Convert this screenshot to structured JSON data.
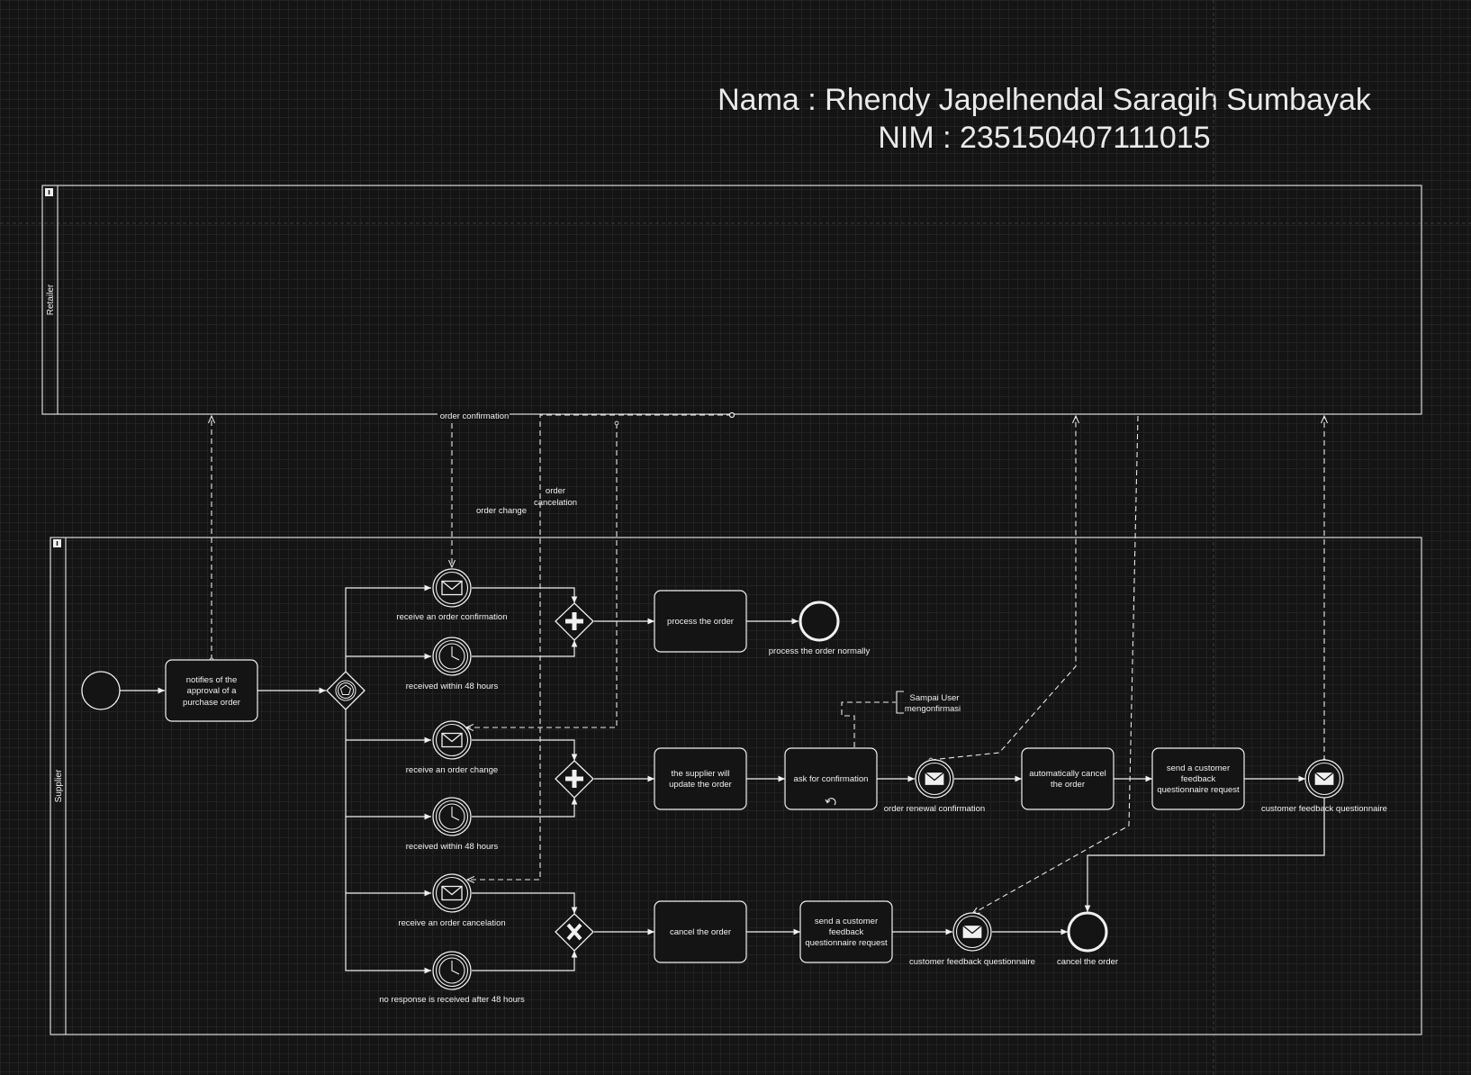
{
  "header": {
    "name_line": "Nama : Rhendy Japelhendal Saragih Sumbayak",
    "nim_line": "NIM : 235150407111015"
  },
  "pools": {
    "retailer": "Retailer",
    "supplier": "Supplier"
  },
  "tasks": {
    "notify": [
      "notifies of the",
      "approval of a",
      "purchase order"
    ],
    "process_order": [
      "process the order"
    ],
    "supplier_update": [
      "the supplier will",
      "update the order"
    ],
    "ask_confirmation": [
      "ask for confirmation"
    ],
    "auto_cancel": [
      "automatically cancel",
      "the order"
    ],
    "send_feedback_1": [
      "send a customer",
      "feedback",
      "questionnaire request"
    ],
    "cancel_order": [
      "cancel the order"
    ],
    "send_feedback_2": [
      "send a customer",
      "feedback",
      "questionnaire request"
    ]
  },
  "events": {
    "receive_confirmation": "receive an order confirmation",
    "timer_48_1": "received within 48 hours",
    "receive_change": "receive an order change",
    "timer_48_2": "received within 48 hours",
    "receive_cancelation": "receive an order cancelation",
    "timer_no_response": "no response is received after 48 hours",
    "end_normal": "process the order normally",
    "renewal_confirmation": "order renewal confirmation",
    "feedback_questionnaire_1": "customer feedback questionnaire",
    "feedback_questionnaire_2": "customer feedback questionnaire",
    "end_cancel": "cancel the order"
  },
  "message_labels": {
    "order_confirmation": "order confirmation",
    "order_change": "order change",
    "order_cancelation": [
      "order",
      "cancelation"
    ]
  },
  "annotation": [
    "Sampai User",
    "mengonfirmasi"
  ],
  "colors": {
    "background": "#141414",
    "stroke": "#f0f0f0",
    "text": "#f0f0f0"
  }
}
